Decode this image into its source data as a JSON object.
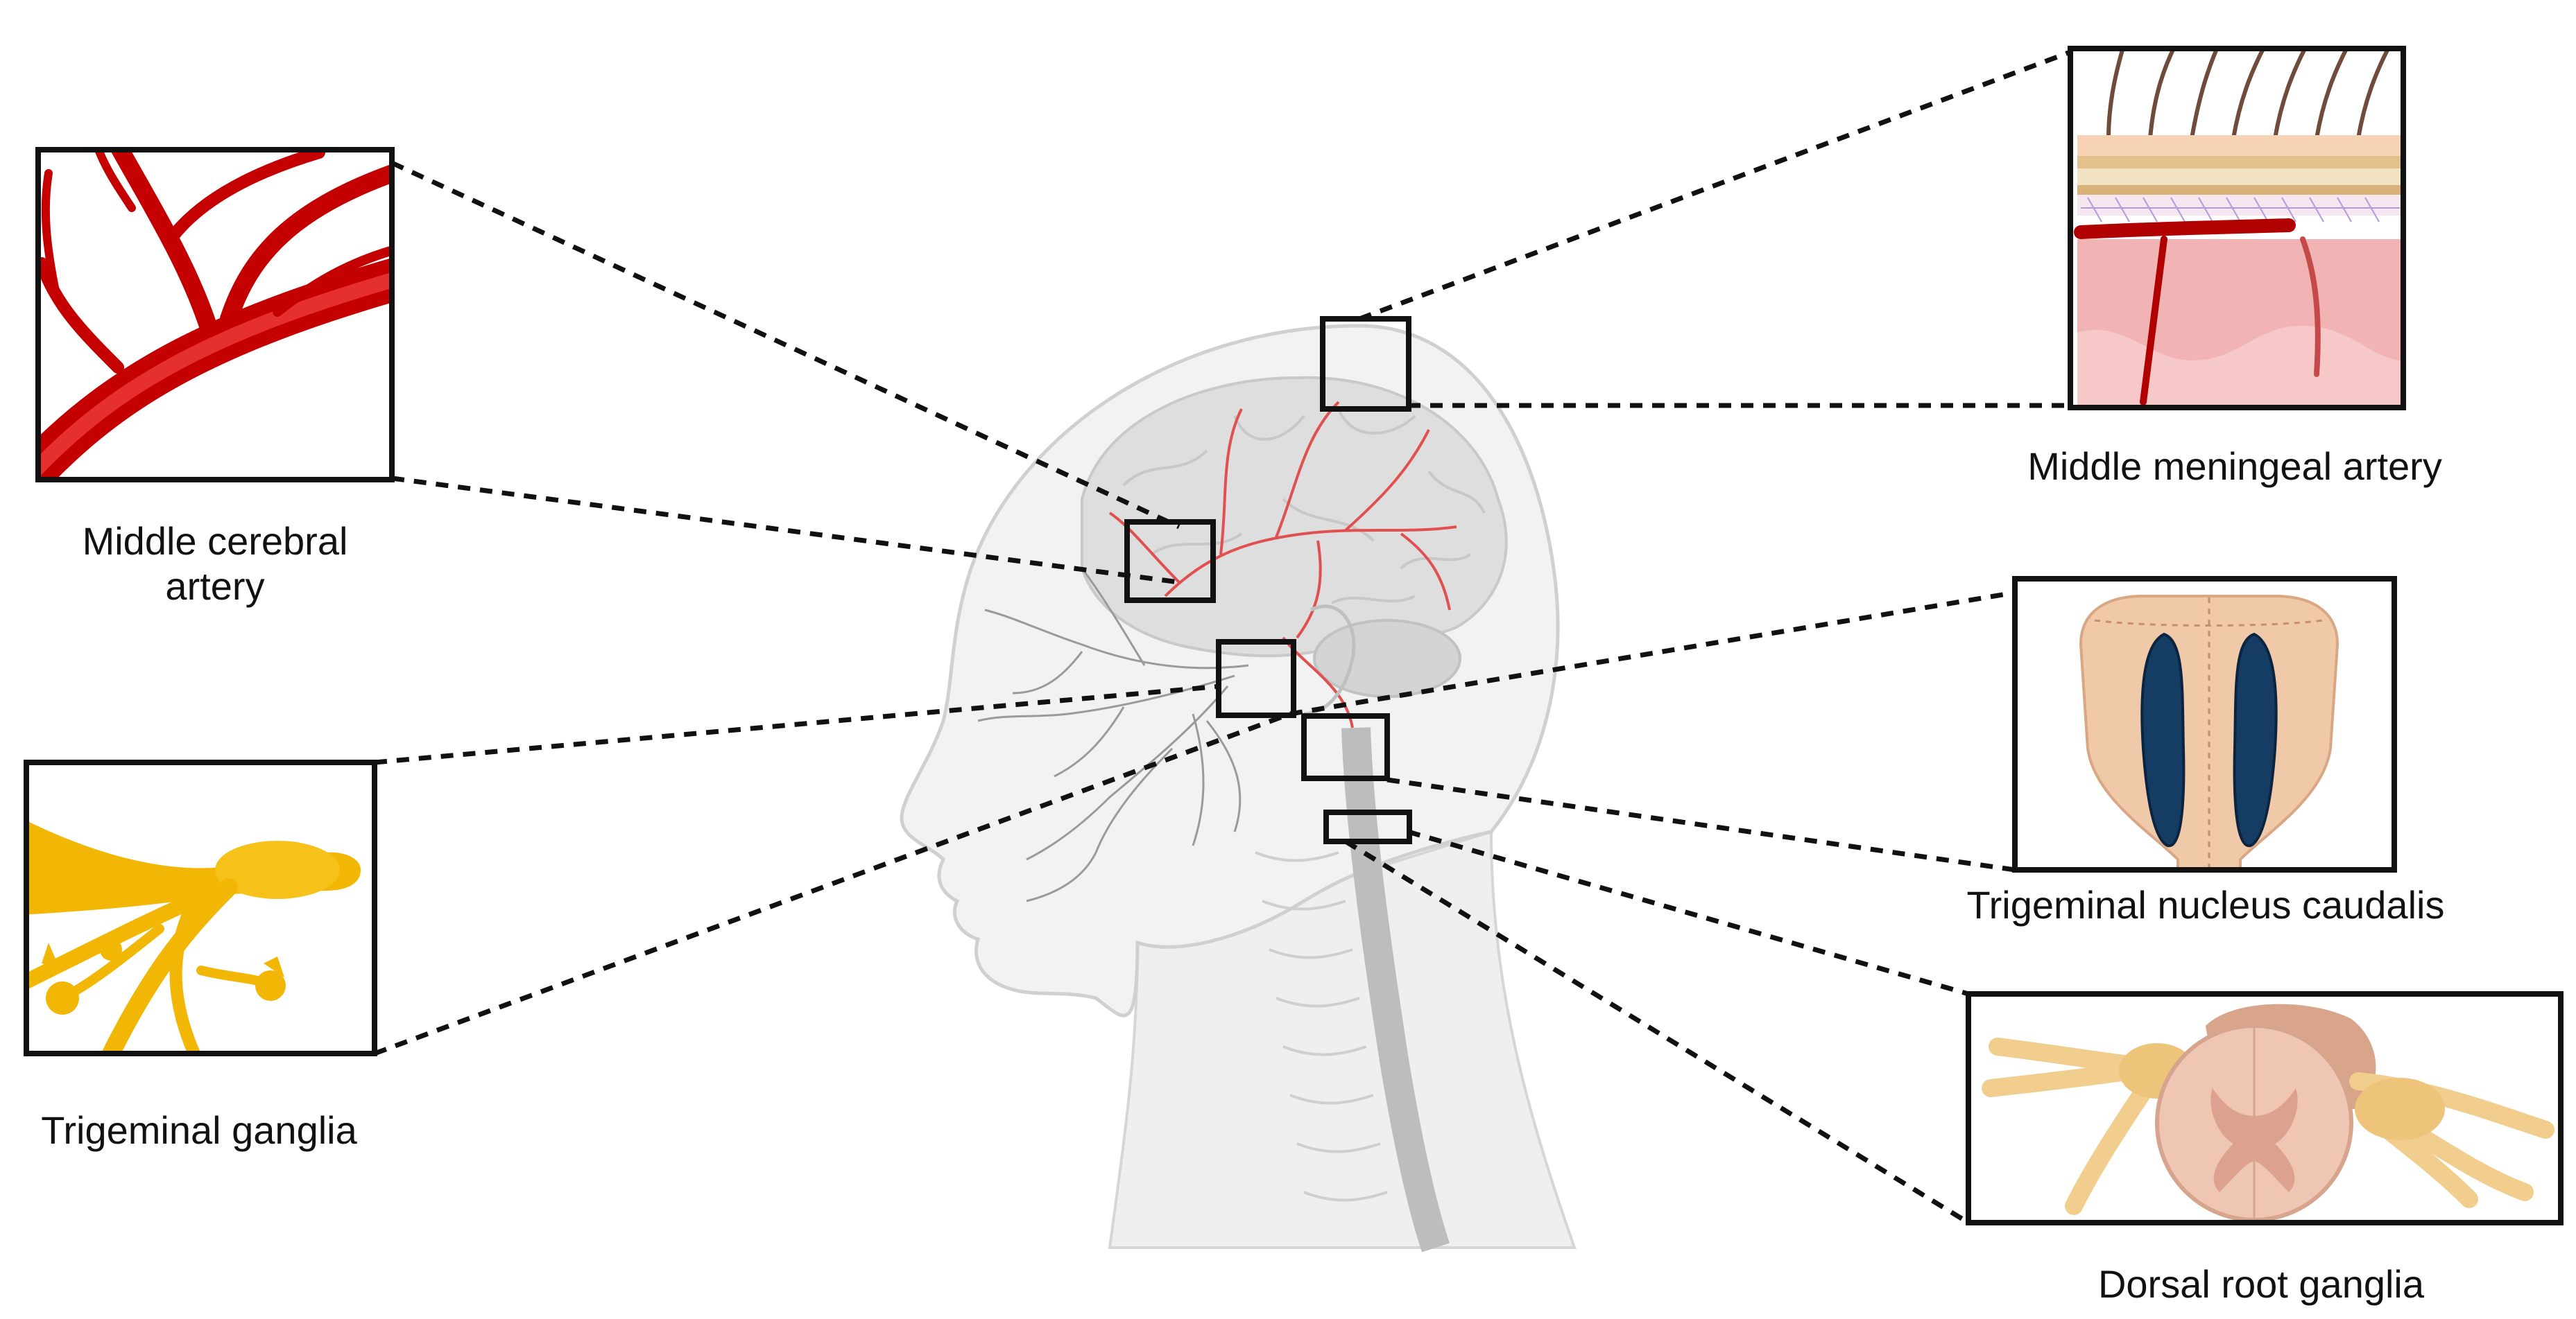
{
  "labels": {
    "middle_cerebral_artery_line1": "Middle cerebral",
    "middle_cerebral_artery_line2": "artery",
    "trigeminal_ganglia": "Trigeminal ganglia",
    "middle_meningeal_artery": "Middle meningeal artery",
    "trigeminal_nucleus_caudalis": "Trigeminal nucleus caudalis",
    "dorsal_root_ganglia": "Dorsal root ganglia"
  },
  "colors": {
    "artery_red": "#d11a1a",
    "ganglia_yellow": "#f2b705",
    "head_gray": "#efefef",
    "brain_gray": "#dcdcdc",
    "nucleus_blue": "#153d63",
    "tissue_peach": "#f0c9a8",
    "skin_pink": "#f1b3b3"
  }
}
